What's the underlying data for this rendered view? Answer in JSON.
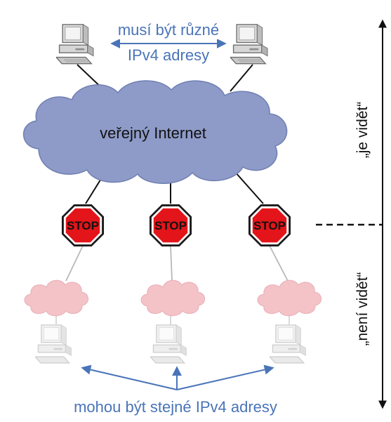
{
  "labels": {
    "top_note_line1": "musí být různé",
    "top_note_line2": "IPv4 adresy",
    "internet": "veřejný Internet",
    "bottom_note": "mohou být stejné IPv4 adresy",
    "visible": "„je vidět“",
    "not_visible": "„není vidět“",
    "stop_1": "STOP",
    "stop_2": "STOP",
    "stop_3": "STOP"
  },
  "colors": {
    "accent_blue": "#4a74b8",
    "internet_cloud": "#8e9bc8",
    "private_cloud": "#f3c3c8",
    "stop_sign": "#e3151a"
  },
  "icons": {
    "computer": "desktop-computer-icon",
    "stop": "stop-sign-icon",
    "cloud": "cloud-icon"
  }
}
